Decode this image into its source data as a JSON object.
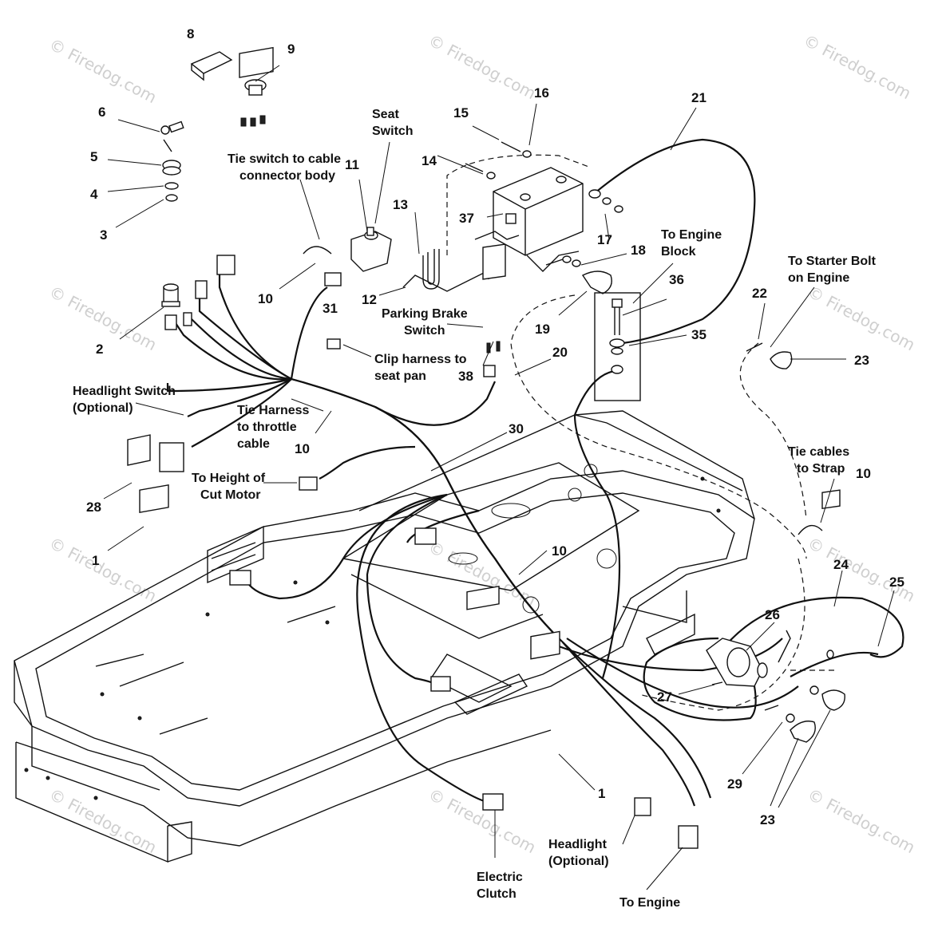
{
  "watermark": "© Firedog.com",
  "callouts": {
    "n1a": "1",
    "n1b": "1",
    "n2": "2",
    "n3": "3",
    "n4": "4",
    "n5": "5",
    "n6": "6",
    "n8": "8",
    "n9": "9",
    "n10a": "10",
    "n10b": "10",
    "n10c": "10",
    "n10d": "10",
    "n11": "11",
    "n12": "12",
    "n13": "13",
    "n14": "14",
    "n15": "15",
    "n16": "16",
    "n17": "17",
    "n18": "18",
    "n19": "19",
    "n20": "20",
    "n21": "21",
    "n22": "22",
    "n23a": "23",
    "n23b": "23",
    "n24": "24",
    "n25": "25",
    "n26": "26",
    "n27": "27",
    "n28": "28",
    "n29": "29",
    "n30": "30",
    "n31": "31",
    "n35": "35",
    "n36": "36",
    "n37": "37",
    "n38": "38"
  },
  "labels": {
    "seat_switch": [
      "Seat",
      "Switch"
    ],
    "tie_switch": [
      "Tie switch to cable",
      "connector body"
    ],
    "parking_brake": [
      "Parking Brake",
      "Switch"
    ],
    "clip_harness": [
      "Clip harness to",
      "seat pan"
    ],
    "headlight_switch": [
      "Headlight Switch",
      "(Optional)"
    ],
    "tie_harness": [
      "Tie Harness",
      "to throttle",
      "cable"
    ],
    "height_of_cut": [
      "To Height of",
      "Cut Motor"
    ],
    "engine_block": [
      "To Engine",
      "Block"
    ],
    "starter_bolt": [
      "To Starter Bolt",
      "on Engine"
    ],
    "tie_cables": [
      "Tie cables",
      "to Strap"
    ],
    "headlight": [
      "Headlight",
      "(Optional)"
    ],
    "electric_clutch": [
      "Electric",
      "Clutch"
    ],
    "to_engine": "To Engine"
  }
}
